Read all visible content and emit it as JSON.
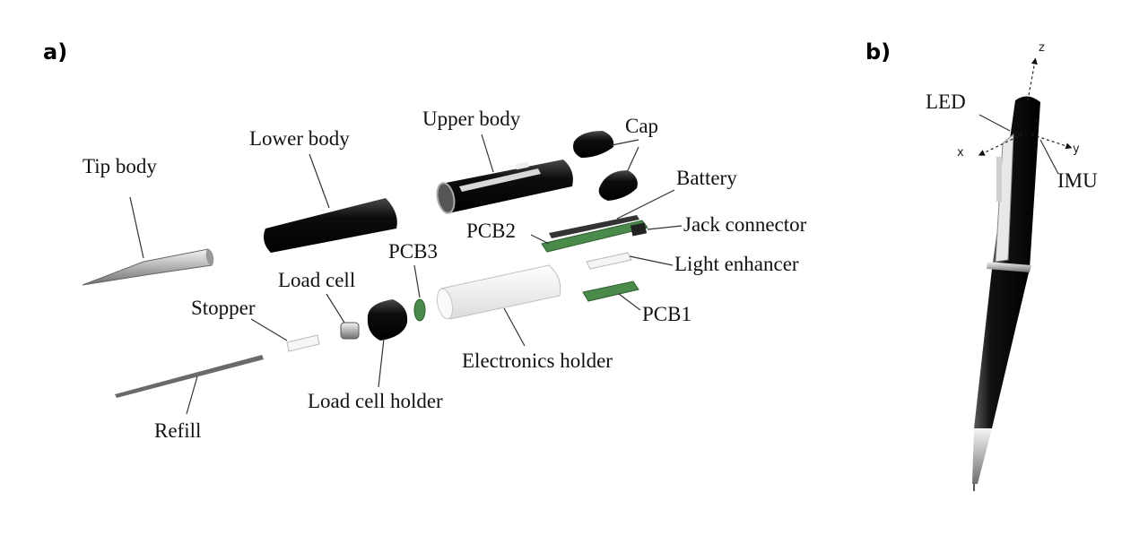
{
  "panels": {
    "a": "a)",
    "b": "b)"
  },
  "labels": {
    "tip_body": "Tip body",
    "lower_body": "Lower body",
    "upper_body": "Upper body",
    "cap": "Cap",
    "battery": "Battery",
    "pcb2": "PCB2",
    "jack_connector": "Jack connector",
    "light_enhancer": "Light enhancer",
    "pcb1": "PCB1",
    "pcb3": "PCB3",
    "load_cell": "Load cell",
    "stopper": "Stopper",
    "electronics_holder": "Electronics holder",
    "load_cell_holder": "Load cell holder",
    "refill": "Refill",
    "led": "LED",
    "imu": "IMU"
  },
  "axes": {
    "x": "x",
    "y": "y",
    "z": "z"
  },
  "colors": {
    "body": "#0a0a0a",
    "pcb": "#4a8a4a",
    "metal": "#b8b8b8",
    "holder": "#f2f2f2"
  }
}
